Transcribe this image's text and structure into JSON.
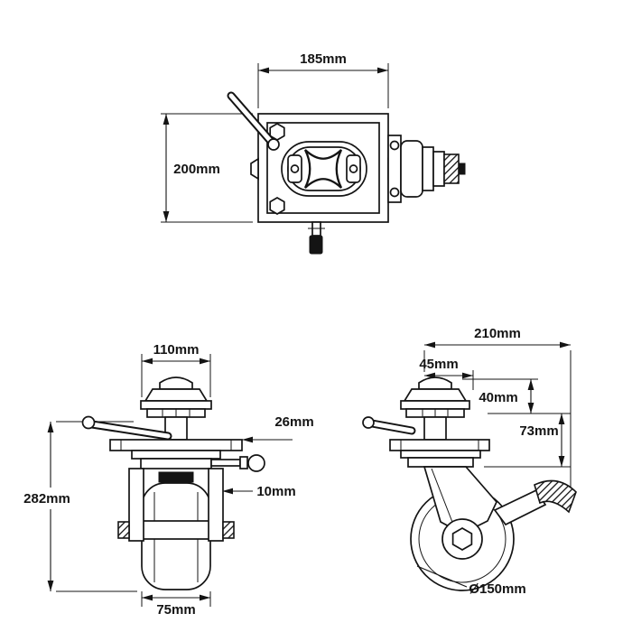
{
  "colors": {
    "line": "#141414",
    "background": "#ffffff"
  },
  "dimensions": {
    "top_view": {
      "width": "185mm",
      "depth": "200mm"
    },
    "front_view": {
      "mount_width": "110mm",
      "overall_height": "282mm",
      "plate_offset": "26mm",
      "pin_size": "10mm",
      "wheel_width": "75mm"
    },
    "side_view": {
      "overall_length": "210mm",
      "swivel_offset": "45mm",
      "top_height": "40mm",
      "housing_height": "73mm",
      "wheel_diameter": "Ø150mm"
    }
  }
}
